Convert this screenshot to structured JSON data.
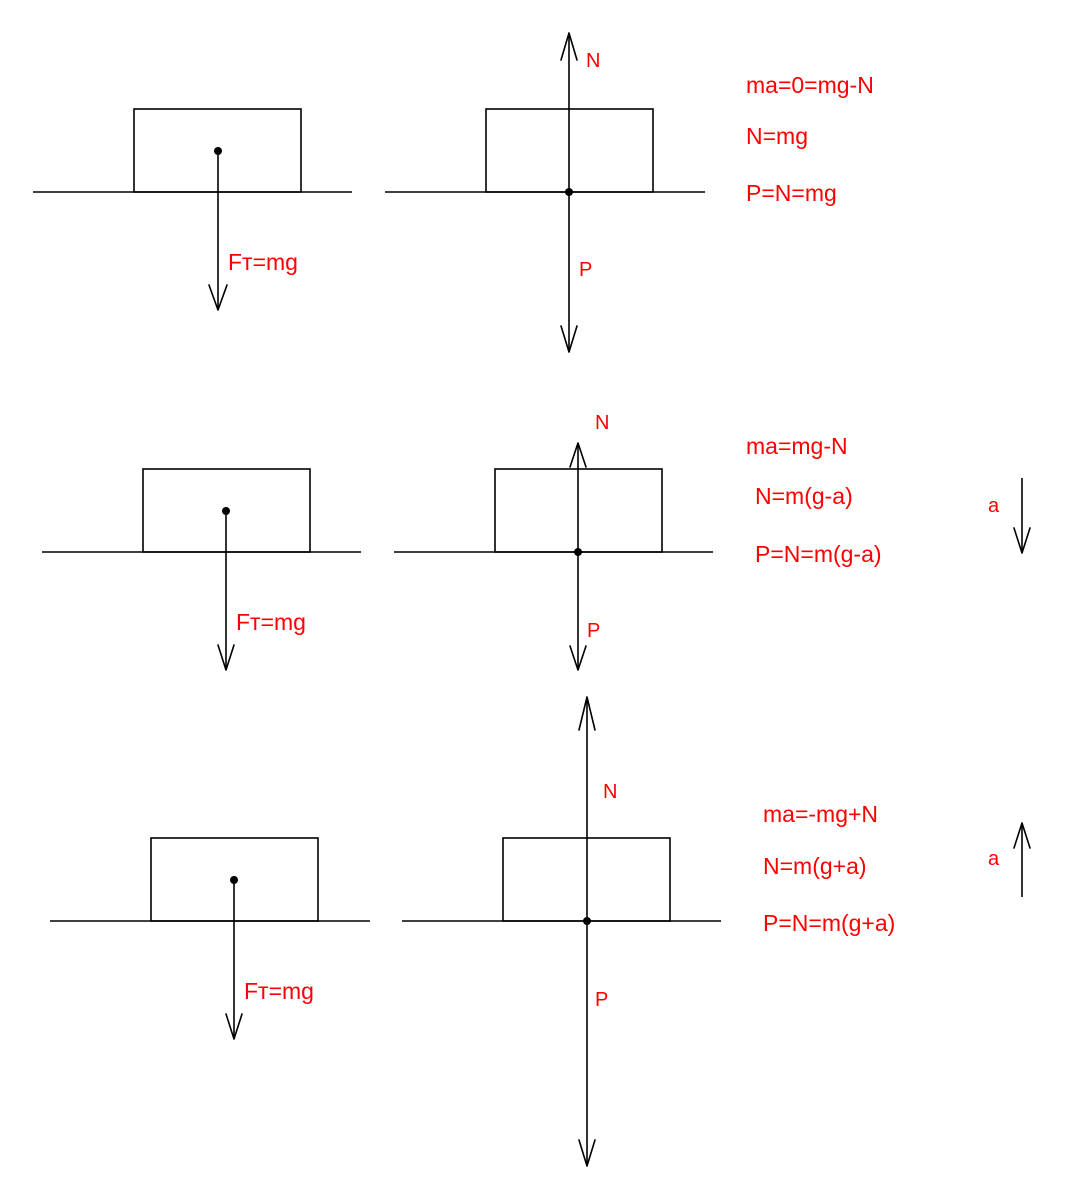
{
  "colors": {
    "line": "#000000",
    "text": "#ff0000",
    "background": "#ffffff"
  },
  "scenarios": [
    {
      "gravity_label": "Fт=mg",
      "normal_label": "N",
      "weight_label": "P",
      "equations": [
        "ma=0=mg-N",
        "N=mg",
        "P=N=mg"
      ],
      "acceleration": {
        "label": "",
        "direction": "none"
      }
    },
    {
      "gravity_label": "Fт=mg",
      "normal_label": "N",
      "weight_label": "P",
      "equations": [
        "ma=mg-N",
        "N=m(g-a)",
        "P=N=m(g-a)"
      ],
      "acceleration": {
        "label": "a",
        "direction": "down"
      }
    },
    {
      "gravity_label": "Fт=mg",
      "normal_label": "N",
      "weight_label": "P",
      "equations": [
        "ma=-mg+N",
        "N=m(g+a)",
        "P=N=m(g+a)"
      ],
      "acceleration": {
        "label": "a",
        "direction": "up"
      }
    }
  ]
}
